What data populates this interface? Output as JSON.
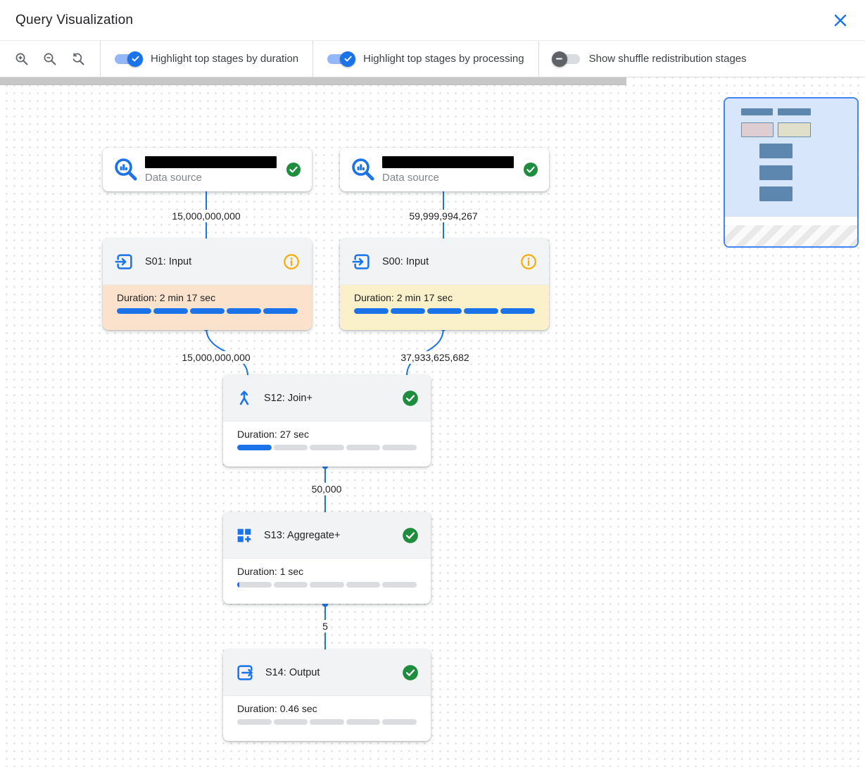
{
  "header": {
    "title": "Query Visualization"
  },
  "icons": {
    "close": "x-icon",
    "zoom_in": "magnifier-plus-icon",
    "zoom_out": "magnifier-minus-icon",
    "zoom_reset": "magnifier-reset-icon",
    "data_source": "bigquery-magnifier-chart-icon",
    "input_stage": "arrow-into-box-icon",
    "output_stage": "arrow-out-of-box-icon",
    "join_stage": "merge-arrows-icon",
    "aggregate_stage": "grid-plus-icon",
    "success": "green-check-circle-icon",
    "info": "orange-info-circle-icon"
  },
  "toolbar": {
    "toggles": [
      {
        "label": "Highlight top stages by duration",
        "state": "on"
      },
      {
        "label": "Highlight top stages by processing",
        "state": "on"
      },
      {
        "label": "Show shuffle redistribution stages",
        "state": "off"
      }
    ]
  },
  "colors": {
    "accent_blue": "#1a73e8",
    "progress_blue": "#1a73e8",
    "progress_track": "#dadce0",
    "success_green": "#1e8e3e",
    "info_orange": "#f9ab00",
    "duration_highlight": "#fbe2cc",
    "processing_highlight": "#faf0c9",
    "minimap_border": "#4285f4",
    "minimap_viewport": "#d7e6fb"
  },
  "graph": {
    "data_sources": [
      {
        "label": "Data source",
        "status": "success",
        "name_redacted": true
      },
      {
        "label": "Data source",
        "status": "success",
        "name_redacted": true
      }
    ],
    "stages": [
      {
        "id": "S01",
        "name": "S01: Input",
        "duration_label": "Duration: 2 min 17 sec",
        "progress": 1,
        "status": "info",
        "highlight": "#fbe2cc"
      },
      {
        "id": "S00",
        "name": "S00: Input",
        "duration_label": "Duration: 2 min 17 sec",
        "progress": 1,
        "status": "info",
        "highlight": "#faf0c9"
      },
      {
        "id": "S12",
        "name": "S12: Join+",
        "duration_label": "Duration: 27 sec",
        "progress": 0.2,
        "status": "success",
        "highlight": "#ffffff"
      },
      {
        "id": "S13",
        "name": "S13: Aggregate+",
        "duration_label": "Duration: 1 sec",
        "progress": 0.012,
        "status": "success",
        "highlight": "#ffffff"
      },
      {
        "id": "S14",
        "name": "S14: Output",
        "duration_label": "Duration: 0.46 sec",
        "progress": 0,
        "status": "success",
        "highlight": "#ffffff"
      }
    ],
    "edge_labels": [
      {
        "text": "15,000,000,000",
        "from": "data-source-1",
        "to": "S01"
      },
      {
        "text": "59,999,994,267",
        "from": "data-source-2",
        "to": "S00"
      },
      {
        "text": "15,000,000,000",
        "from": "S01",
        "to": "S12"
      },
      {
        "text": "37,933,625,682",
        "from": "S00",
        "to": "S12"
      },
      {
        "text": "50,000",
        "from": "S12",
        "to": "S13"
      },
      {
        "text": "5",
        "from": "S13",
        "to": "S14"
      }
    ]
  }
}
